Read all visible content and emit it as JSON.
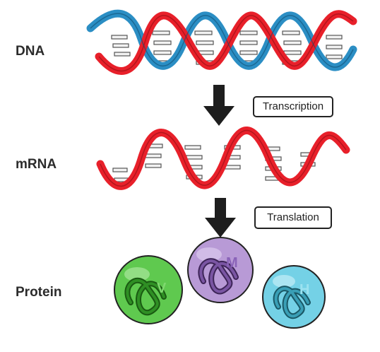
{
  "stages": {
    "dna": "DNA",
    "mrna": "mRNA",
    "protein": "Protein"
  },
  "steps": {
    "transcription": "Transcription",
    "translation": "Translation"
  },
  "proteins": [
    {
      "letter": "V",
      "color": "#5fc94f",
      "letter_color": "#7fd86f"
    },
    {
      "letter": "M",
      "color": "#b89ad6",
      "letter_color": "#8a63b8"
    },
    {
      "letter": "H",
      "color": "#74d1e6",
      "letter_color": "#9be2f0"
    }
  ],
  "colors": {
    "dna_strand_a": "#e8202a",
    "dna_strand_b": "#2b8ec4",
    "mrna_strand": "#e8202a",
    "arrow": "#1e1e1e"
  }
}
